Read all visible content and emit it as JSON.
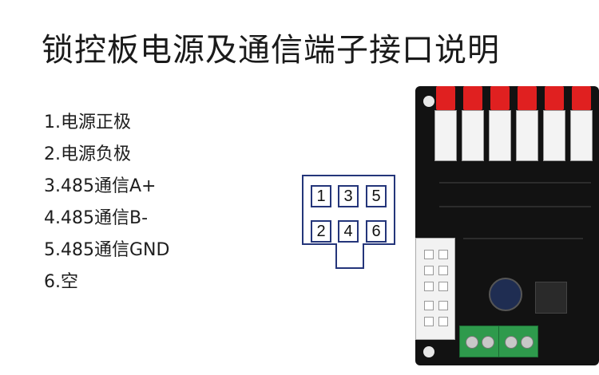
{
  "title": "锁控板电源及通信端子接口说明",
  "items": [
    "1.电源正极",
    "2.电源负极",
    "3.485通信A+",
    "4.485通信B-",
    "5.485通信GND",
    "6.空"
  ],
  "connector": {
    "pins": [
      "1",
      "3",
      "5",
      "2",
      "4",
      "6"
    ]
  }
}
